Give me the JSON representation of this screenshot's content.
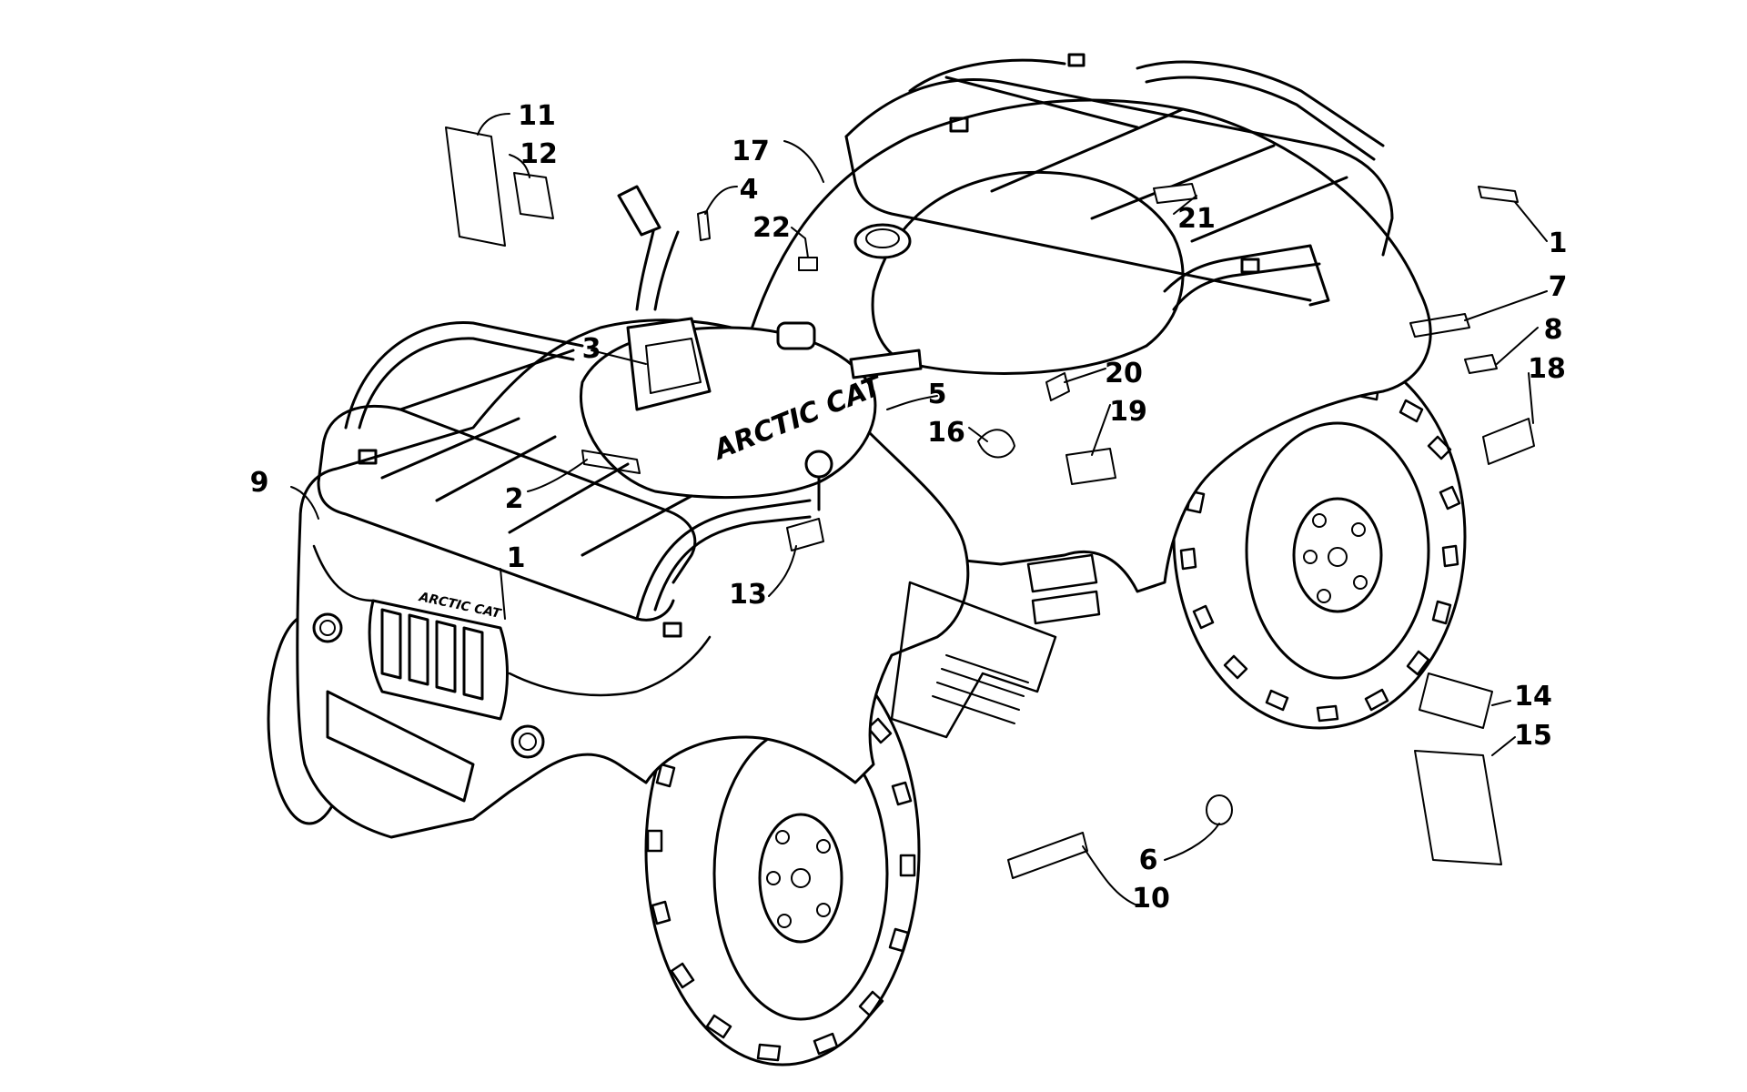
{
  "brand": {
    "tank_logo": "ARCTIC CAT",
    "grille_logo": "ARCTIC CAT"
  },
  "callouts": [
    {
      "id": "c1a",
      "number": "1"
    },
    {
      "id": "c1b",
      "number": "1"
    },
    {
      "id": "c2",
      "number": "2"
    },
    {
      "id": "c3",
      "number": "3"
    },
    {
      "id": "c4",
      "number": "4"
    },
    {
      "id": "c5",
      "number": "5"
    },
    {
      "id": "c6",
      "number": "6"
    },
    {
      "id": "c7",
      "number": "7"
    },
    {
      "id": "c8",
      "number": "8"
    },
    {
      "id": "c9",
      "number": "9"
    },
    {
      "id": "c10",
      "number": "10"
    },
    {
      "id": "c11",
      "number": "11"
    },
    {
      "id": "c12",
      "number": "12"
    },
    {
      "id": "c13",
      "number": "13"
    },
    {
      "id": "c14",
      "number": "14"
    },
    {
      "id": "c15",
      "number": "15"
    },
    {
      "id": "c16",
      "number": "16"
    },
    {
      "id": "c17",
      "number": "17"
    },
    {
      "id": "c18",
      "number": "18"
    },
    {
      "id": "c19",
      "number": "19"
    },
    {
      "id": "c20",
      "number": "20"
    },
    {
      "id": "c21",
      "number": "21"
    },
    {
      "id": "c22",
      "number": "22"
    }
  ]
}
